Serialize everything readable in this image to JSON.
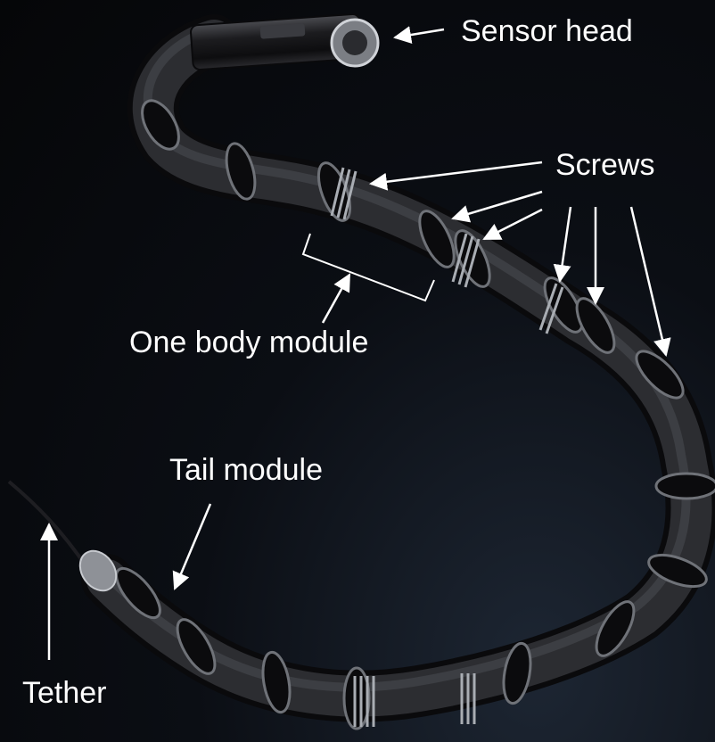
{
  "labels": {
    "sensor_head": "Sensor head",
    "screws": "Screws",
    "body_module": "One body module",
    "tail_module": "Tail module",
    "tether": "Tether"
  },
  "colors": {
    "background": "#06080c",
    "body_segment": "#1a1a1c",
    "metal_ring": "#9a9ea4",
    "label_text": "#ffffff",
    "arrow": "#ffffff"
  }
}
